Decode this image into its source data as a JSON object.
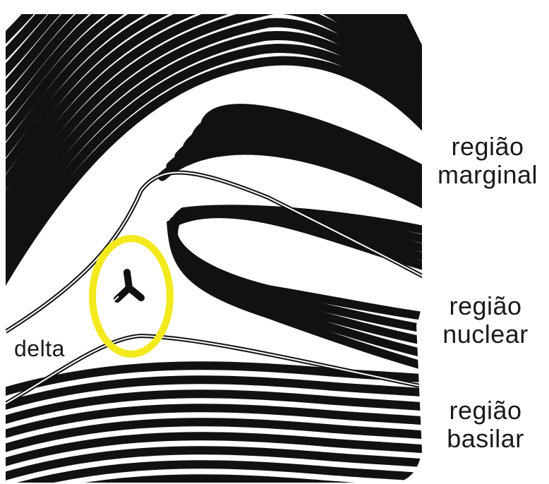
{
  "labels": {
    "marginal": {
      "line1": "região",
      "line2": "marginal"
    },
    "nuclear": {
      "line1": "região",
      "line2": "nuclear"
    },
    "basilar": {
      "line1": "região",
      "line2": "basilar"
    },
    "delta": "delta"
  },
  "colors": {
    "ridge": "#111111",
    "background": "#ffffff",
    "delta_marker": "#f2ea1c"
  }
}
